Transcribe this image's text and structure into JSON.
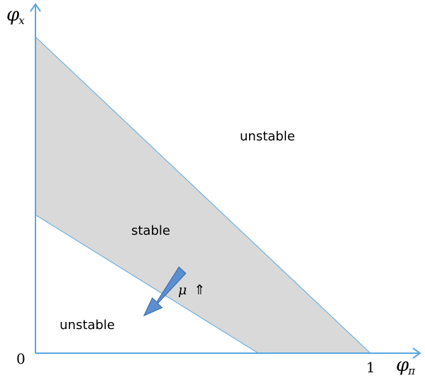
{
  "axes": {
    "y_label": {
      "symbol": "φ",
      "subscript": "x"
    },
    "x_label": {
      "symbol": "φ",
      "subscript": "π"
    },
    "origin_label": "0",
    "x_tick_label": "1"
  },
  "regions": {
    "upper_unstable": "unstable",
    "stable": "stable",
    "lower_unstable": "unstable"
  },
  "arrow_annotation": {
    "symbol": "μ",
    "arrow": "⇑"
  },
  "colors": {
    "axis": "#5aa7e0",
    "stable_fill": "#d9d9d9",
    "boundary": "#6fb0df",
    "arrow_fill": "#5b8fd0",
    "arrow_stroke": "#3f70ad"
  }
}
